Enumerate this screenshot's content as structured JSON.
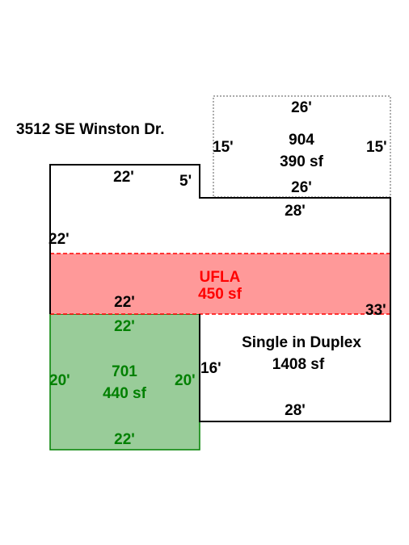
{
  "address": "3512 SE Winston Dr.",
  "colors": {
    "outline": "#000000",
    "upper_outline": "#777777",
    "ufla_fill": "#ff9999",
    "ufla_stroke": "#ff0000",
    "ufla_text": "#ff0000",
    "green_fill": "#99cc99",
    "green_stroke": "#008000",
    "green_text": "#008000"
  },
  "areas": {
    "upper": {
      "name": "904",
      "area": "390 sf",
      "dims": {
        "top": "26'",
        "left": "15'",
        "right": "15'",
        "bottom": "26'"
      }
    },
    "ufla": {
      "name": "UFLA",
      "area": "450 sf"
    },
    "main": {
      "name": "Single in Duplex",
      "area": "1408 sf",
      "dims": {
        "top_left": "22'",
        "notch": "5'",
        "top_right": "28'",
        "left": "22'",
        "inner": "22'",
        "right": "33'",
        "step": "16'",
        "bottom": "28'"
      }
    },
    "green": {
      "name": "701",
      "area": "440 sf",
      "dims": {
        "top": "22'",
        "left": "20'",
        "right": "20'",
        "bottom": "22'"
      }
    }
  }
}
